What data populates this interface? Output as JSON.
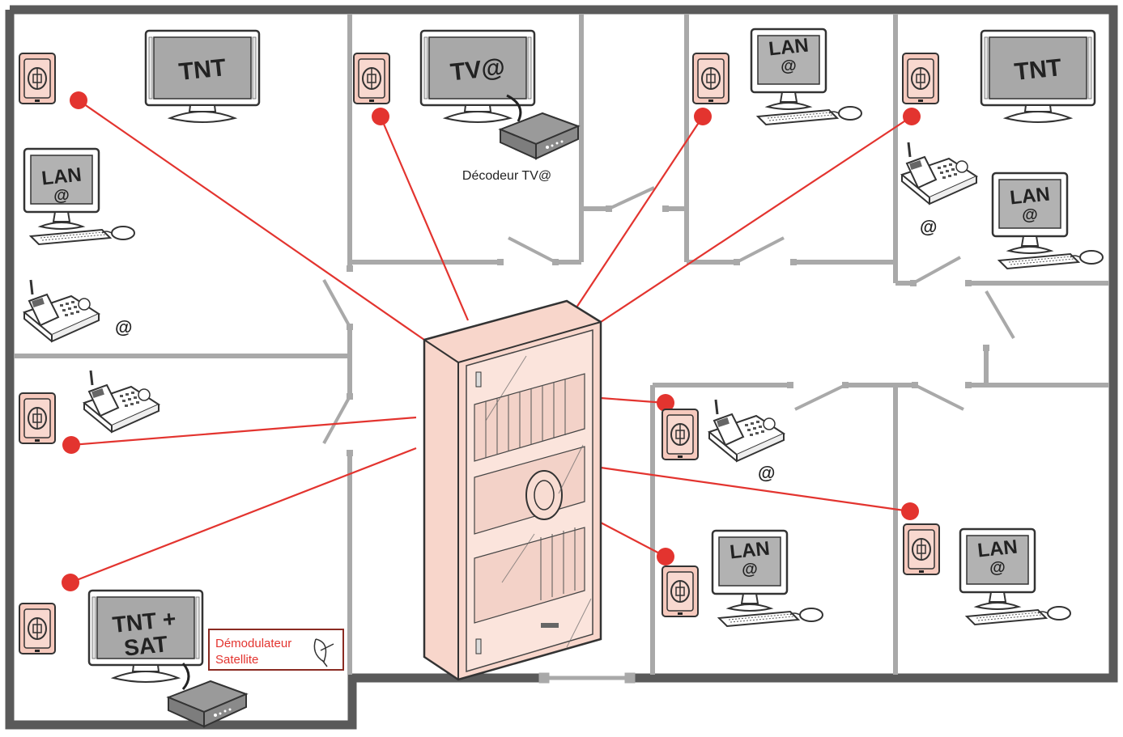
{
  "screens": {
    "tnt": "TNT",
    "tv_at": "TV@",
    "lan_line1": "LAN",
    "lan_line2": "@",
    "tnt_sat_line1": "TNT +",
    "tnt_sat_line2": "SAT"
  },
  "labels": {
    "decodeur": "Décodeur TV@",
    "at_symbol": "@",
    "demodulateur_line1": "Démodulateur",
    "demodulateur_line2": "Satellite"
  },
  "colors": {
    "wall_outer": "#5a5a5a",
    "wall_inner": "#a9a9a9",
    "cable": "#e3342f",
    "outlet_fill": "#f6c9bd",
    "cabinet_fill": "#f8d6cb"
  }
}
